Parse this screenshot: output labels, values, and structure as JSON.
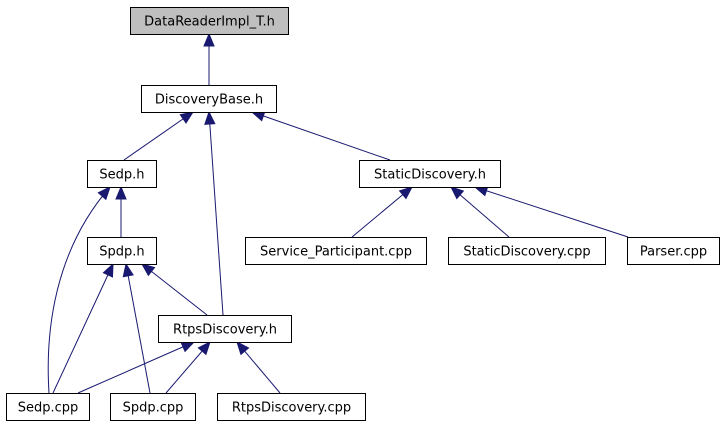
{
  "diagram": {
    "nodes": [
      {
        "id": "datareaderimpl_t_h",
        "label": "DataReaderImpl_T.h",
        "highlighted": true
      },
      {
        "id": "discoverybase_h",
        "label": "DiscoveryBase.h"
      },
      {
        "id": "sedp_h",
        "label": "Sedp.h"
      },
      {
        "id": "staticdiscovery_h",
        "label": "StaticDiscovery.h"
      },
      {
        "id": "spdp_h",
        "label": "Spdp.h"
      },
      {
        "id": "service_participant_cpp",
        "label": "Service_Participant.cpp"
      },
      {
        "id": "staticdiscovery_cpp",
        "label": "StaticDiscovery.cpp"
      },
      {
        "id": "parser_cpp",
        "label": "Parser.cpp"
      },
      {
        "id": "rtpsdiscovery_h",
        "label": "RtpsDiscovery.h"
      },
      {
        "id": "sedp_cpp",
        "label": "Sedp.cpp"
      },
      {
        "id": "spdp_cpp",
        "label": "Spdp.cpp"
      },
      {
        "id": "rtpsdiscovery_cpp",
        "label": "RtpsDiscovery.cpp"
      }
    ],
    "edges": [
      {
        "from": "discoverybase_h",
        "to": "datareaderimpl_t_h"
      },
      {
        "from": "sedp_h",
        "to": "discoverybase_h"
      },
      {
        "from": "rtpsdiscovery_h",
        "to": "discoverybase_h"
      },
      {
        "from": "staticdiscovery_h",
        "to": "discoverybase_h"
      },
      {
        "from": "spdp_h",
        "to": "sedp_h"
      },
      {
        "from": "sedp_cpp",
        "to": "sedp_h"
      },
      {
        "from": "service_participant_cpp",
        "to": "staticdiscovery_h"
      },
      {
        "from": "staticdiscovery_cpp",
        "to": "staticdiscovery_h"
      },
      {
        "from": "parser_cpp",
        "to": "staticdiscovery_h"
      },
      {
        "from": "sedp_cpp",
        "to": "spdp_h"
      },
      {
        "from": "spdp_cpp",
        "to": "spdp_h"
      },
      {
        "from": "rtpsdiscovery_h",
        "to": "spdp_h"
      },
      {
        "from": "sedp_cpp",
        "to": "rtpsdiscovery_h"
      },
      {
        "from": "spdp_cpp",
        "to": "rtpsdiscovery_h"
      },
      {
        "from": "rtpsdiscovery_cpp",
        "to": "rtpsdiscovery_h"
      }
    ],
    "colors": {
      "edge": "#191970",
      "highlighted_fill": "#bfbfbf",
      "node_fill": "#ffffff",
      "border": "#000000"
    }
  }
}
